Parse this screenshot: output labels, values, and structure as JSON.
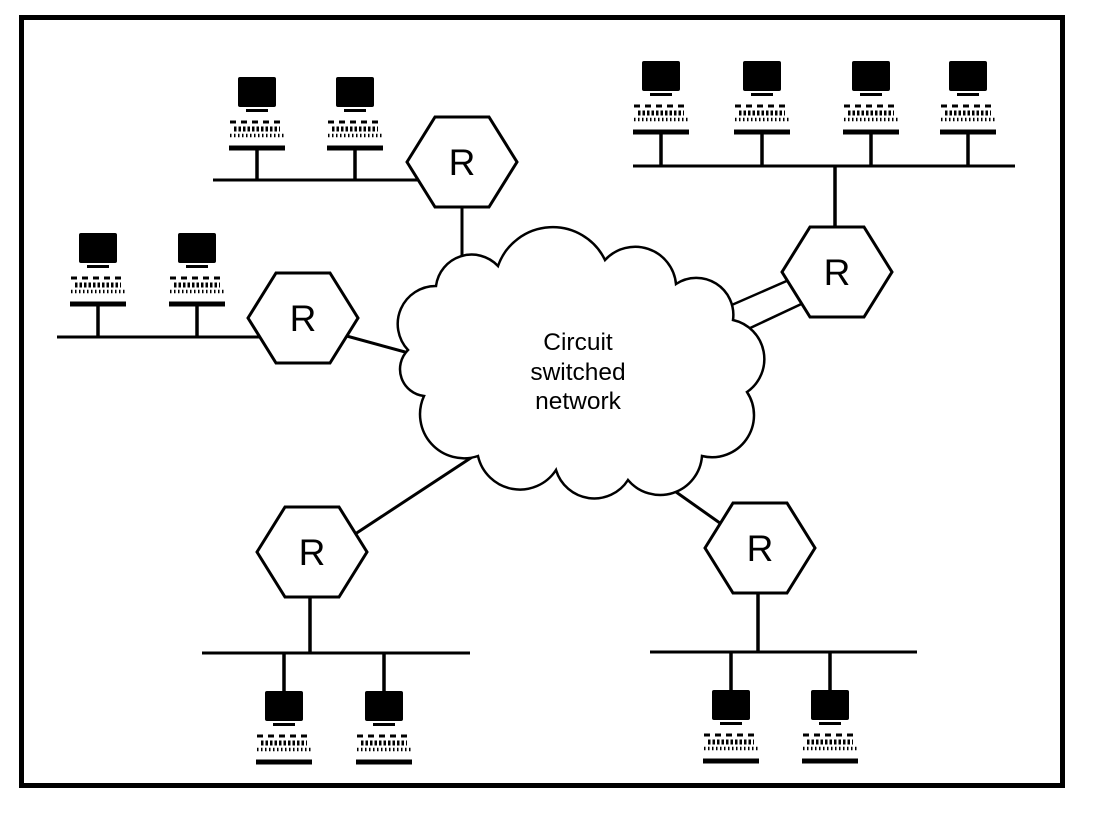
{
  "figure": {
    "kind": "network-topology-diagram",
    "colors": {
      "ink": "#000000",
      "paper": "#ffffff"
    }
  },
  "cloud": {
    "label": "Circuit switched network",
    "label_lines": [
      "Circuit",
      "switched",
      "network"
    ]
  },
  "routers": [
    {
      "id": "router-top-left",
      "label": "R"
    },
    {
      "id": "router-middle-left",
      "label": "R"
    },
    {
      "id": "router-top-right",
      "label": "R"
    },
    {
      "id": "router-bottom-left",
      "label": "R"
    },
    {
      "id": "router-bottom-right",
      "label": "R"
    }
  ],
  "lans": [
    {
      "id": "lan-top-left",
      "workstations": 2,
      "attached_router": "router-top-left"
    },
    {
      "id": "lan-middle-left",
      "workstations": 2,
      "attached_router": "router-middle-left"
    },
    {
      "id": "lan-top-right",
      "workstations": 4,
      "attached_router": "router-top-right"
    },
    {
      "id": "lan-bottom-left",
      "workstations": 2,
      "attached_router": "router-bottom-left"
    },
    {
      "id": "lan-bottom-right",
      "workstations": 2,
      "attached_router": "router-bottom-right"
    }
  ],
  "links": [
    {
      "from": "router-top-left",
      "to": "cloud",
      "style": "single"
    },
    {
      "from": "router-middle-left",
      "to": "cloud",
      "style": "single"
    },
    {
      "from": "router-top-right",
      "to": "cloud",
      "style": "double"
    },
    {
      "from": "router-bottom-left",
      "to": "cloud",
      "style": "single"
    },
    {
      "from": "router-bottom-right",
      "to": "cloud",
      "style": "single"
    }
  ]
}
